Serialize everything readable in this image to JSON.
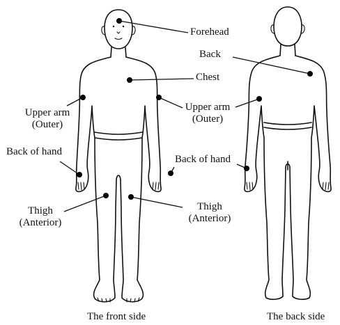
{
  "labels": {
    "forehead": "Forehead",
    "back": "Back",
    "chest": "Chest",
    "upper_arm_left_1": "Upper arm",
    "upper_arm_left_2": "(Outer)",
    "upper_arm_right_1": "Upper arm",
    "upper_arm_right_2": "(Outer)",
    "back_of_hand_left": "Back of hand",
    "back_of_hand_right": "Back of hand",
    "thigh_left_1": "Thigh",
    "thigh_left_2": "(Anterior)",
    "thigh_right_1": "Thigh",
    "thigh_right_2": "(Anterior)"
  },
  "captions": {
    "front": "The front side",
    "back": "The back side"
  }
}
